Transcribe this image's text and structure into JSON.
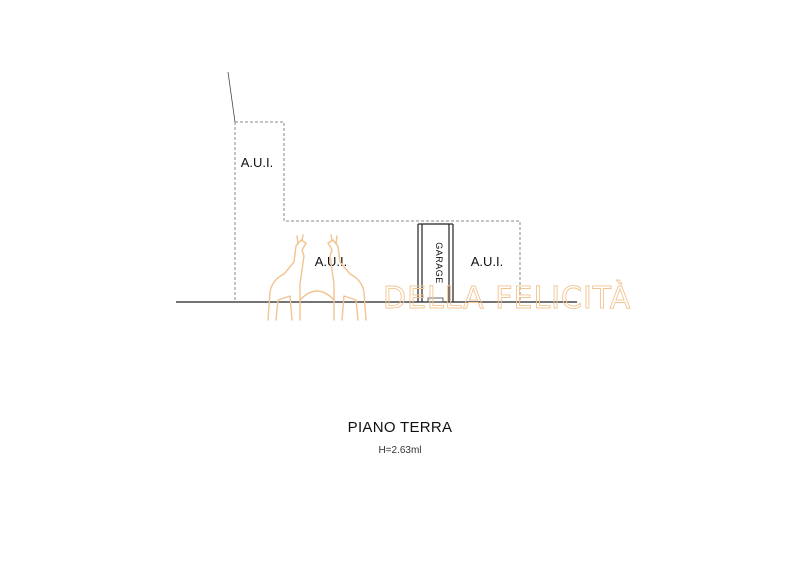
{
  "plan": {
    "rooms": {
      "aui_upper": "A.U.I.",
      "aui_left": "A.U.I.",
      "aui_right": "A.U.I.",
      "garage": "GARAGE"
    },
    "title": "PIANO TERRA",
    "height_note": "H=2.63ml"
  },
  "watermark": {
    "brand_text": "DELLA FELICITÀ",
    "logo_icon": "giraffes-icon"
  },
  "colors": {
    "line": "#222222",
    "dashed_line": "#8a8a8a",
    "watermark": "#f2c490",
    "background": "#ffffff"
  }
}
